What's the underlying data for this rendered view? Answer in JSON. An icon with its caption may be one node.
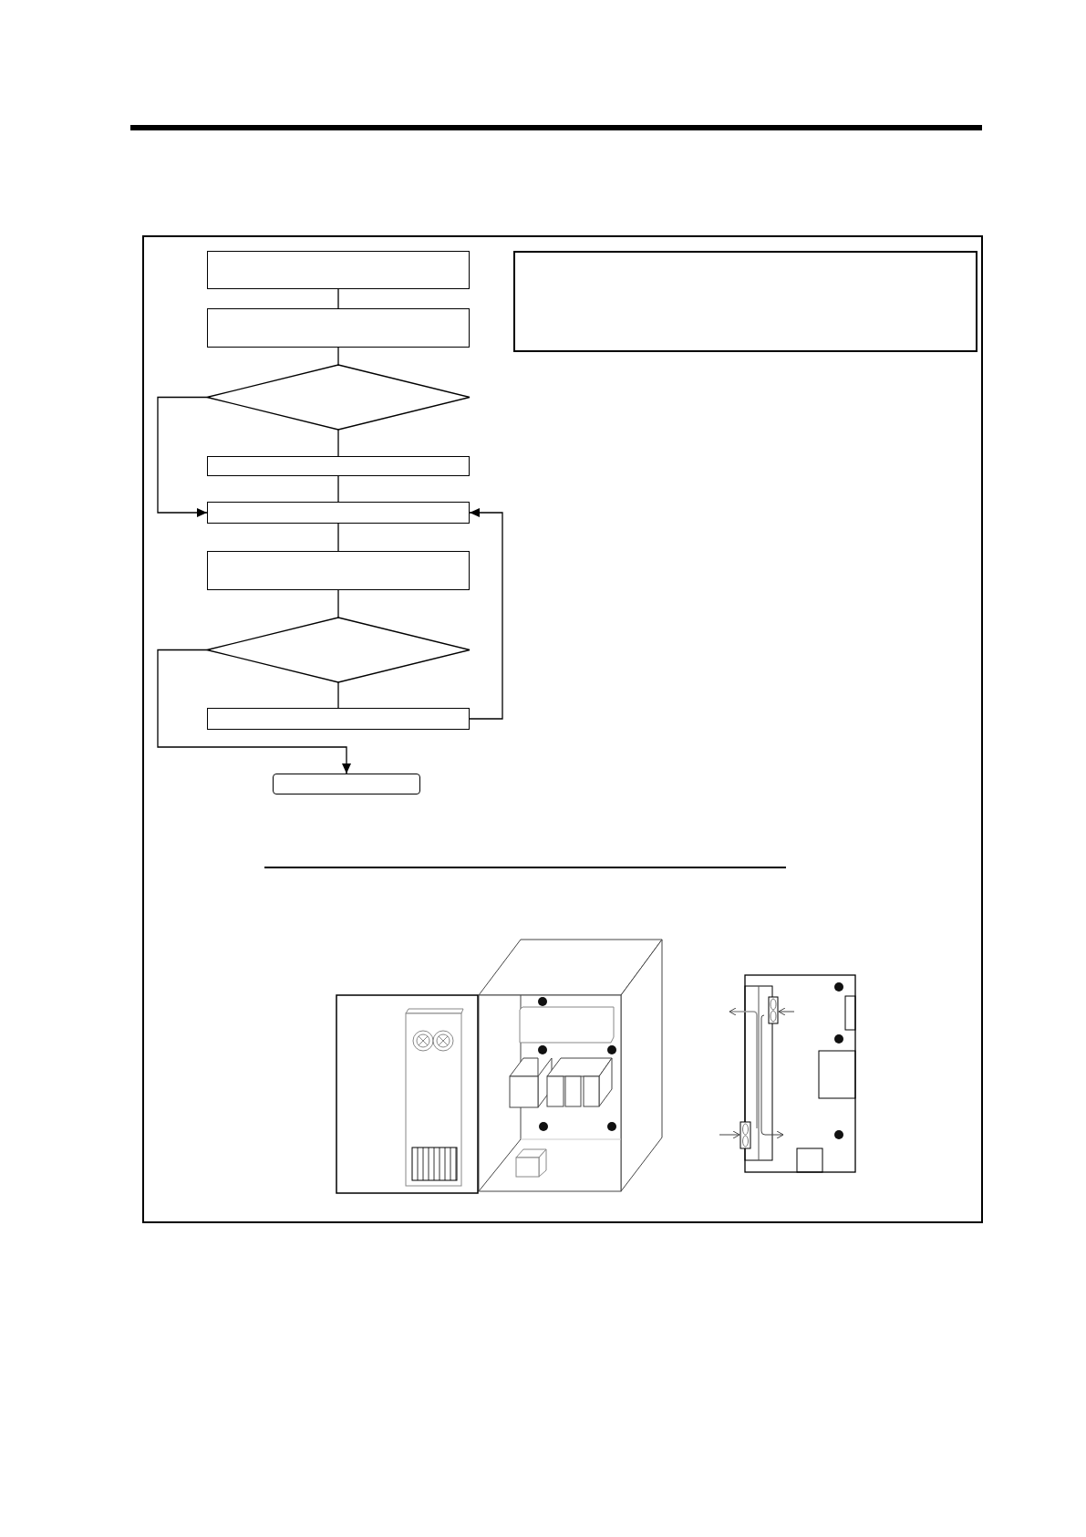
{
  "diagram": {
    "nodes": [
      {
        "text": [],
        "shape": "box"
      },
      {
        "text": [],
        "shape": "box"
      },
      {
        "text": [],
        "shape": "diamond"
      },
      {
        "text": [],
        "shape": "box"
      },
      {
        "text": [],
        "shape": "box"
      },
      {
        "text": [],
        "shape": "box"
      },
      {
        "text": [],
        "shape": "diamond"
      },
      {
        "text": [],
        "shape": "box"
      },
      {
        "text": [],
        "shape": "box"
      },
      {
        "text": [],
        "shape": "box"
      }
    ],
    "edges": [
      {
        "from": 0,
        "to": 1,
        "arrow": "none"
      },
      {
        "from": 1,
        "to": 2,
        "arrow": "none"
      },
      {
        "from": 2,
        "to": 3,
        "arrow": "none"
      },
      {
        "from": 2,
        "to": 4,
        "arrow": "to"
      },
      {
        "from": 3,
        "to": 4,
        "arrow": "none"
      },
      {
        "from": 4,
        "to": 5,
        "arrow": "none"
      },
      {
        "from": 5,
        "to": 6,
        "arrow": "none"
      },
      {
        "from": 6,
        "to": 7,
        "arrow": "none"
      },
      {
        "from": 7,
        "to": 4,
        "arrow": "to"
      },
      {
        "from": 6,
        "to": 8,
        "arrow": "to"
      }
    ]
  }
}
